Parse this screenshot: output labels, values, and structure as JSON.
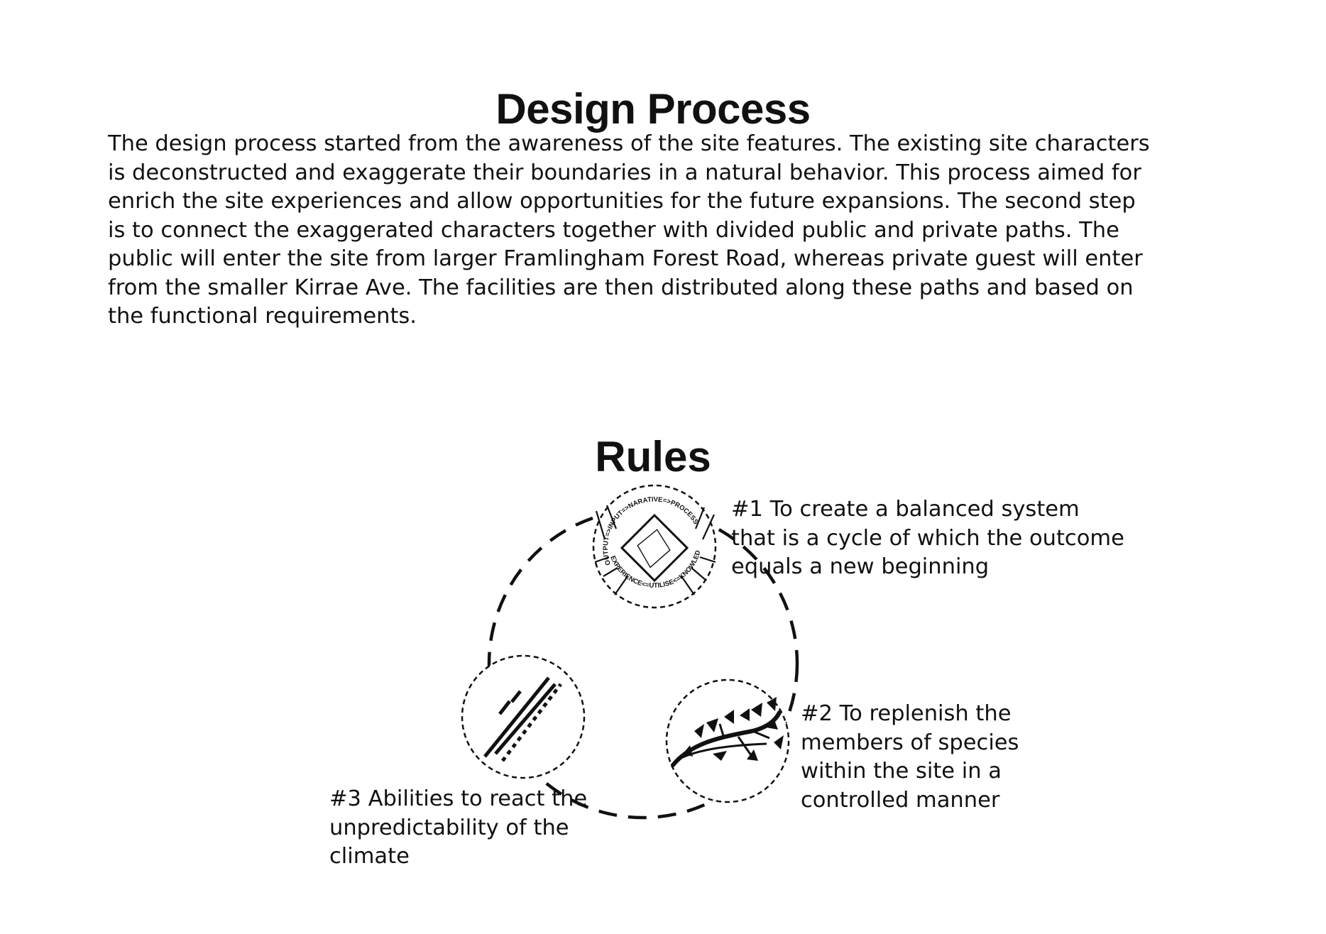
{
  "title": "Design Process",
  "intro": "The design process started from the awareness of the site features. The existing site characters\nis deconstructed and exaggerate their boundaries in a natural behavior. This process aimed for\nenrich the site experiences and allow opportunities for the future expansions. The second step\nis to connect the exaggerated characters together with divided public and private paths. The\npublic will enter the site from larger Framlingham Forest Road, whereas private guest will enter\nfrom the smaller Kirrae Ave. The facilities are then distributed along these paths and based on\nthe functional requirements.",
  "rules": {
    "title": "Rules",
    "items": [
      {
        "label": "#1 To create a balanced system\nthat is a cycle of which the outcome\nequals a new beginning",
        "icon": "cycle-diamond-icon"
      },
      {
        "label": "#2 To replenish the\nmembers of species\nwithin the site in a\ncontrolled manner",
        "icon": "branch-leaves-icon"
      },
      {
        "label": "#3 Abilities to react the\nunpredictability of the\nclimate",
        "icon": "diagonal-lines-icon"
      }
    ],
    "cycle_words": {
      "top": "OUTPUT=>INPUT=>NARATIVE=>PROCESS",
      "bottom": "EXPERIENCE<=UTILISE<=KNOWLEDGE"
    }
  },
  "colors": {
    "ink": "#111111",
    "background": "#ffffff"
  }
}
